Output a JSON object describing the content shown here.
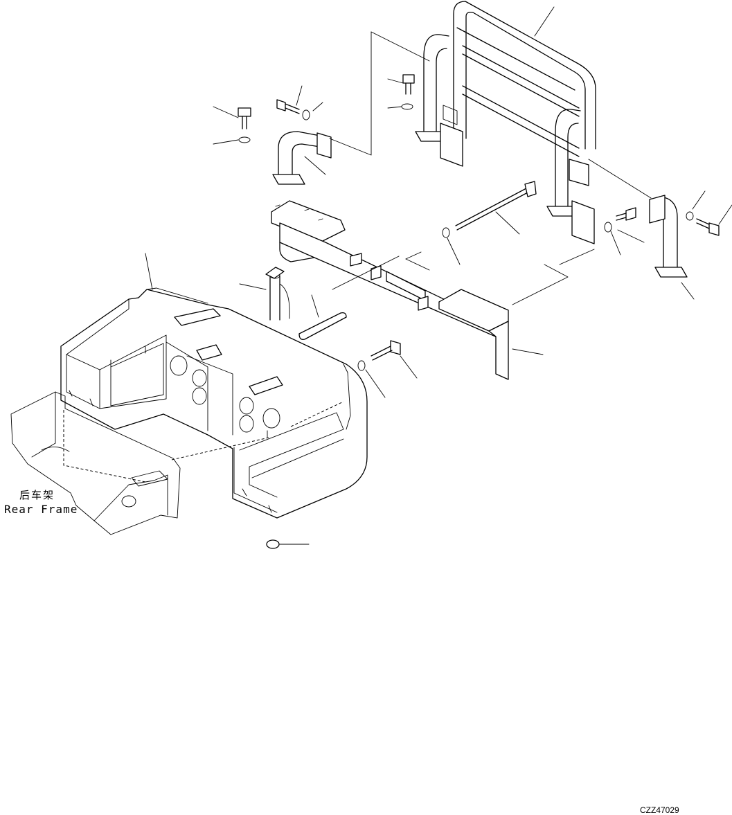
{
  "labels": {
    "rear_frame_cn": "后车架",
    "rear_frame_en": "Rear Frame",
    "drawing_code": "CZZ47029"
  }
}
